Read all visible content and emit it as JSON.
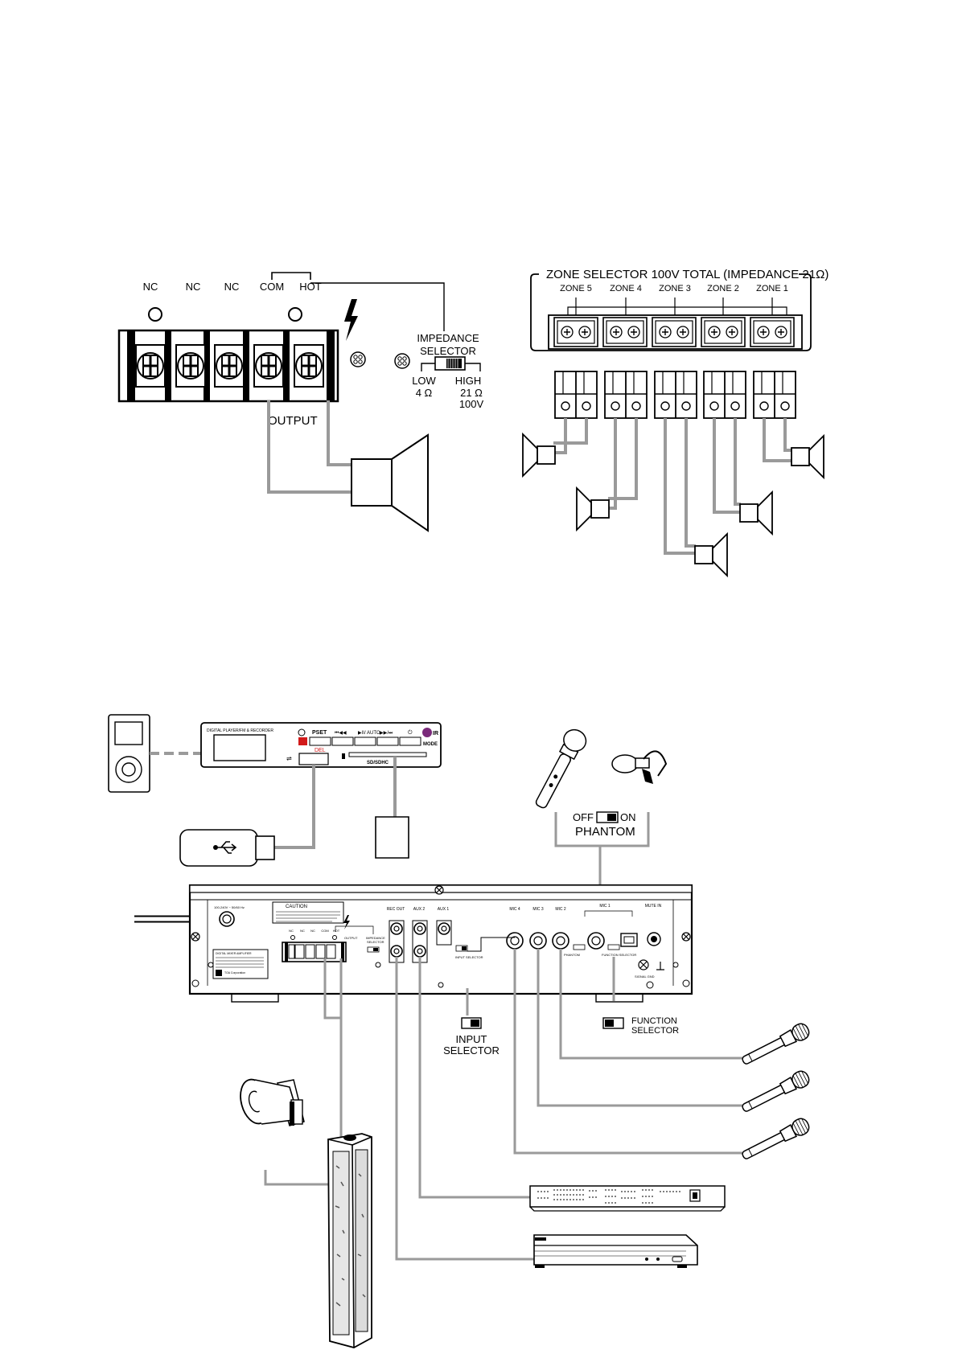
{
  "terminal_diagram": {
    "terminals": [
      "NC",
      "NC",
      "NC",
      "COM",
      "HOT"
    ],
    "output_label": "OUTPUT",
    "impedance_selector": {
      "title_line1": "IMPEDANCE",
      "title_line2": "SELECTOR",
      "low_line1": "LOW",
      "low_line2": "4 Ω",
      "high_line1": "HIGH",
      "high_line2": "21 Ω",
      "high_line3": "100V"
    }
  },
  "zone_diagram": {
    "title": "ZONE SELECTOR 100V TOTAL (IMPEDANCE 21Ω)",
    "zones": [
      "ZONE 5",
      "ZONE 4",
      "ZONE 3",
      "ZONE 2",
      "ZONE 1"
    ]
  },
  "system_diagram": {
    "player": {
      "title": "DIGITAL PLAYER/FM & RECORDER",
      "pset": "PSET",
      "del": "DEL",
      "auto": "AUTO",
      "ir": "IR",
      "mode": "MODE",
      "sd": "SD/SDHC"
    },
    "phantom": {
      "off": "OFF",
      "on": "ON",
      "label": "PHANTOM"
    },
    "rear_panel": {
      "caution": "CAUTION",
      "power_in": "100-240V ~ 50/60 Hz",
      "terminals": [
        "NC",
        "NC",
        "NC",
        "COM",
        "HOT"
      ],
      "output": "OUTPUT",
      "impedance_line1": "IMPEDANCE",
      "impedance_line2": "SELECTOR",
      "rec_out": "REC OUT",
      "aux2": "AUX 2",
      "aux1": "AUX 1",
      "mic4": "MIC 4",
      "mic3": "MIC 3",
      "mic2": "MIC 2",
      "mic1": "MIC 1",
      "mute": "MUTE IN",
      "input_selector": "INPUT SELECTOR",
      "function_selector": "FUNCTION SELECTOR",
      "signal_gnd": "SIGNAL GND",
      "mic_phantom": "PHANTOM",
      "model_label": "DIGITAL MIXER AMPLIFIER",
      "brand": "TOA Corporation"
    },
    "input_selector_line1": "INPUT",
    "input_selector_line2": "SELECTOR",
    "function_selector_line1": "FUNCTION",
    "function_selector_line2": "SELECTOR"
  },
  "colors": {
    "line": "#000000",
    "wire": "#9a9a9a",
    "dashed_wire": "#9a9a9a",
    "panel": "#ffffff",
    "red_button": "#d21a1a",
    "ir_purple": "#7a2a7a",
    "del_red": "#d21a1a"
  }
}
